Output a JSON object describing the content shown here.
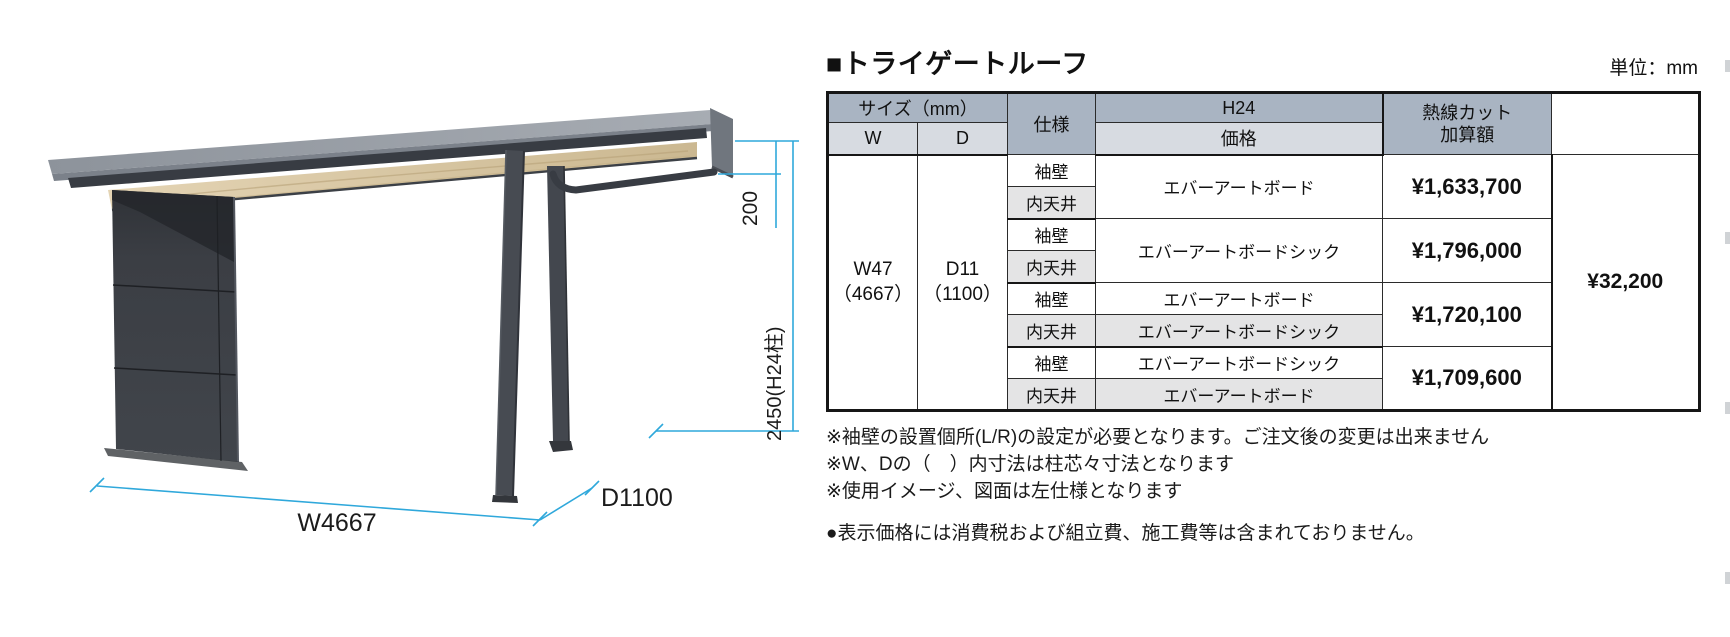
{
  "title": "■トライゲートルーフ",
  "unit_label": "単位：mm",
  "diagram": {
    "dim_width": "W4667",
    "dim_depth": "D1100",
    "dim_height": "2450(H24柱)",
    "dim_roof_offset": "200"
  },
  "table": {
    "header": {
      "size": "サイズ（mm）",
      "w": "W",
      "d": "D",
      "spec": "仕様",
      "h24": "H24",
      "price": "価格",
      "heat_cut_line1": "熱線カット",
      "heat_cut_line2": "加算額"
    },
    "size_w_line1": "W47",
    "size_w_line2": "（4667）",
    "size_d_line1": "D11",
    "size_d_line2": "（1100）",
    "heat_cut_surcharge": "¥32,200",
    "groups": [
      {
        "row1_part": "袖壁",
        "row2_part": "内天井",
        "spec": "エバーアートボード",
        "price": "¥1,633,700"
      },
      {
        "row1_part": "袖壁",
        "row2_part": "内天井",
        "spec": "エバーアートボードシック",
        "price": "¥1,796,000"
      },
      {
        "row1_part": "袖壁",
        "row1_spec": "エバーアートボード",
        "row2_part": "内天井",
        "row2_spec": "エバーアートボードシック",
        "price": "¥1,720,100"
      },
      {
        "row1_part": "袖壁",
        "row1_spec": "エバーアートボードシック",
        "row2_part": "内天井",
        "row2_spec": "エバーアートボード",
        "price": "¥1,709,600"
      }
    ]
  },
  "notes": [
    "※袖壁の設置個所(L/R)の設定が必要となります。ご注文後の変更は出来ません",
    "※W、Dの（　）内寸法は柱芯々寸法となります",
    "※使用イメージ、図面は左仕様となります"
  ],
  "price_note": "●表示価格には消費税および組立費、施工費等は含まれておりません。",
  "colors": {
    "header_bg": "#A9B4C2",
    "subheader_bg": "#D7DBE1",
    "cell_gray_bg": "#E4E4E5",
    "dimension_line": "#2FA8DB",
    "roof_gray": "#989EA6",
    "wood_soffit": "#D8C6A3",
    "panel_dark": "#383C42"
  }
}
